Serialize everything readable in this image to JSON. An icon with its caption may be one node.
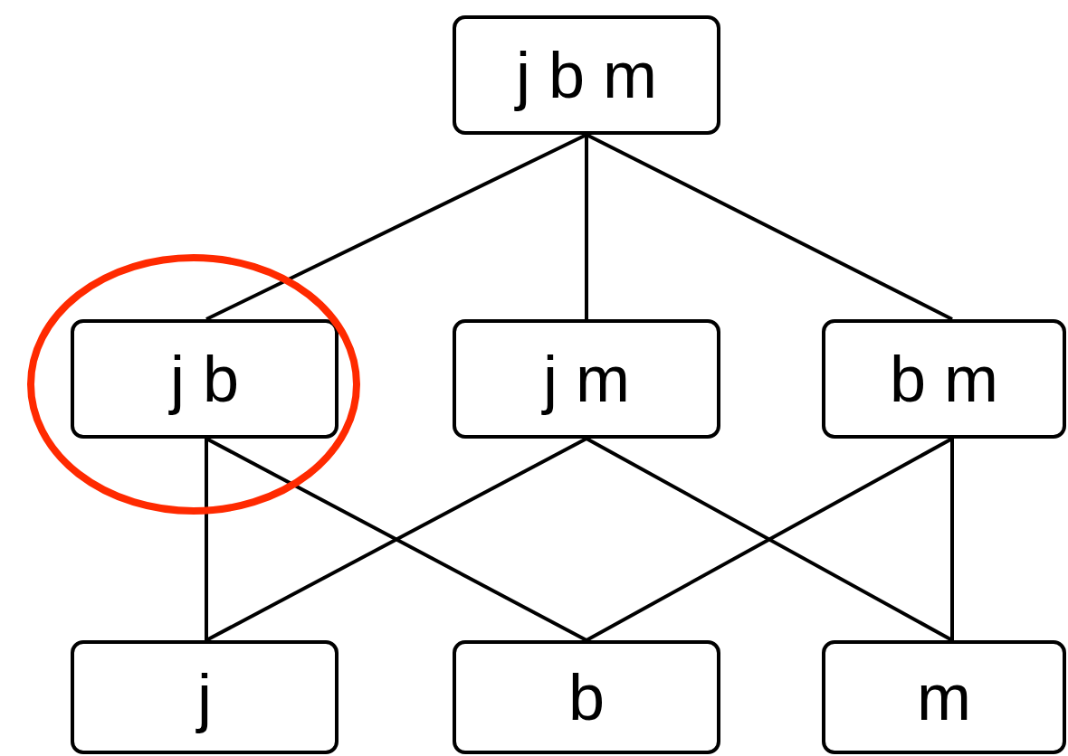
{
  "diagram": {
    "nodes": [
      {
        "text": [
          "j b m"
        ]
      },
      {
        "text": [
          "j b"
        ]
      },
      {
        "text": [
          "j m"
        ]
      },
      {
        "text": [
          "b m"
        ]
      },
      {
        "text": [
          "j"
        ]
      },
      {
        "text": [
          "b"
        ]
      },
      {
        "text": [
          "m"
        ]
      }
    ],
    "edges": [
      {
        "from": 0,
        "to": 1,
        "arrow": "none"
      },
      {
        "from": 0,
        "to": 2,
        "arrow": "none"
      },
      {
        "from": 0,
        "to": 3,
        "arrow": "none"
      },
      {
        "from": 1,
        "to": 4,
        "arrow": "none"
      },
      {
        "from": 1,
        "to": 5,
        "arrow": "none"
      },
      {
        "from": 2,
        "to": 4,
        "arrow": "none"
      },
      {
        "from": 2,
        "to": 6,
        "arrow": "none"
      },
      {
        "from": 3,
        "to": 5,
        "arrow": "none"
      },
      {
        "from": 3,
        "to": 6,
        "arrow": "none"
      }
    ]
  }
}
